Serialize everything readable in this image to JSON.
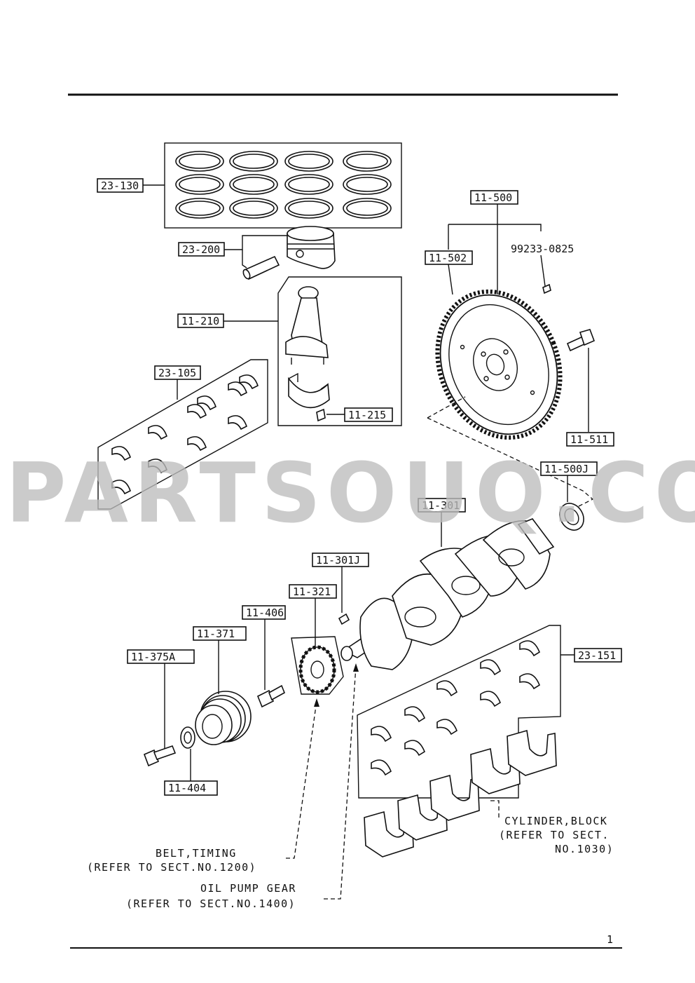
{
  "part_labels": {
    "rings": "23-130",
    "piston": "23-200",
    "conrod": "11-210",
    "conrod_bearing": "23-105",
    "conrod_nut": "11-215",
    "flywheel": "11-500",
    "ring_gear": "11-502",
    "dowel": "99233-0825",
    "flywheel_bolt": "11-511",
    "pilot_bearing": "11-500J",
    "crankshaft": "11-301",
    "key": "11-301J",
    "timing_pulley": "11-321",
    "pulley_bolt_small": "11-406",
    "crank_pulley": "11-371",
    "pulley_bolt": "11-375A",
    "washer": "11-404",
    "main_bearing": "23-151"
  },
  "notes": {
    "belt_line1": "BELT,TIMING",
    "belt_line2": "(REFER TO SECT.NO.1200)",
    "oil_line1": "OIL PUMP GEAR",
    "oil_line2": "(REFER TO SECT.NO.1400)",
    "cyl_line1": "CYLINDER,BLOCK",
    "cyl_line2": "(REFER TO SECT.",
    "cyl_line3": "NO.1030)"
  },
  "watermark": "PARTSOUQ.COM",
  "page_marks": {
    "bottom_right": "1"
  }
}
